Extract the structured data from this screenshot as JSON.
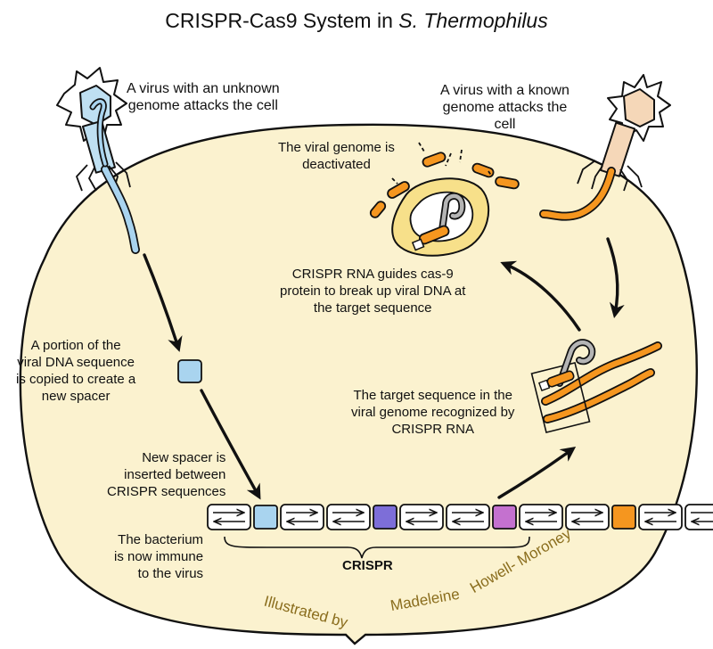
{
  "title": {
    "prefix": "CRISPR-Cas9 System in ",
    "organism": "S. Thermophilus"
  },
  "labels": {
    "unknown_virus": [
      "A virus with an unknown",
      "genome attacks the cell"
    ],
    "known_virus": [
      "A virus with a known",
      "genome attacks the",
      "cell"
    ],
    "deactivated": [
      "The viral genome is",
      "deactivated"
    ],
    "guides": [
      "CRISPR RNA guides cas-9",
      "protein to break up viral DNA at",
      "the target sequence"
    ],
    "copied": [
      "A portion of the",
      "viral DNA sequence",
      "is copied to create a",
      "new spacer"
    ],
    "target": [
      "The target sequence in the",
      "viral genome recognized by",
      "CRISPR RNA"
    ],
    "inserted": [
      "New spacer is",
      "inserted between",
      "CRISPR sequences"
    ],
    "immune": [
      "The bacterium",
      "is now immune",
      "to the virus"
    ],
    "crispr": "CRISPR"
  },
  "credit": {
    "prefix": "Illustrated by",
    "first": "Madeleine",
    "last": "Howell- Moroney"
  },
  "colors": {
    "cell_fill": "#fbf2cf",
    "outline": "#111111",
    "blue_virus": "#bfe0f2",
    "orange_virus": "#f5d7b8",
    "spacer_blue": "#a9d4ef",
    "spacer_purple": "#7d6ed8",
    "spacer_magenta": "#c471cf",
    "spacer_orange": "#f5961f",
    "cas9_blob": "#f7e08a",
    "rna_gray": "#b5b5b5",
    "credit_text": "#8a6d1d"
  }
}
